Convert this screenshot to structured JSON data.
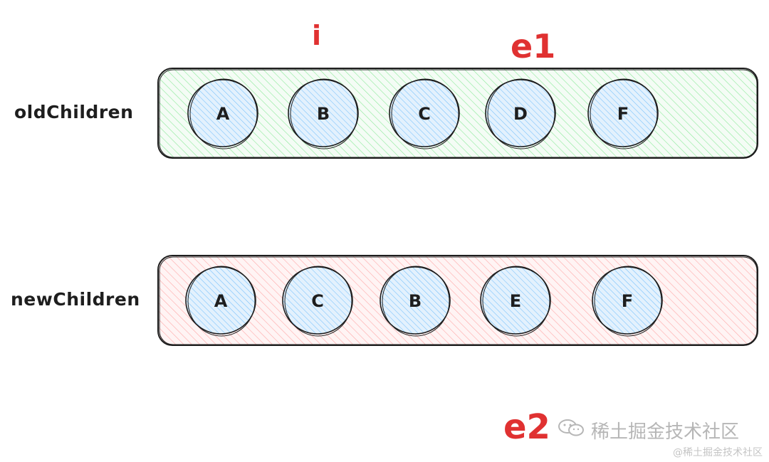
{
  "rows": {
    "old": {
      "label": "oldChildren",
      "nodes": [
        "A",
        "B",
        "C",
        "D",
        "F"
      ],
      "fill": "#b2f2bb"
    },
    "new": {
      "label": "newChildren",
      "nodes": [
        "A",
        "C",
        "B",
        "E",
        "F"
      ],
      "fill": "#ffc9c9"
    }
  },
  "pointers": {
    "i": "i",
    "e1": "e1",
    "e2": "e2"
  },
  "colors": {
    "pointer": "#e03131",
    "node_fill": "#a5d8ff",
    "stroke": "#1e1e1e"
  },
  "watermark": {
    "main": "稀土掘金技术社区",
    "sub": "@稀土掘金技术社区",
    "icon": "wechat-icon"
  }
}
